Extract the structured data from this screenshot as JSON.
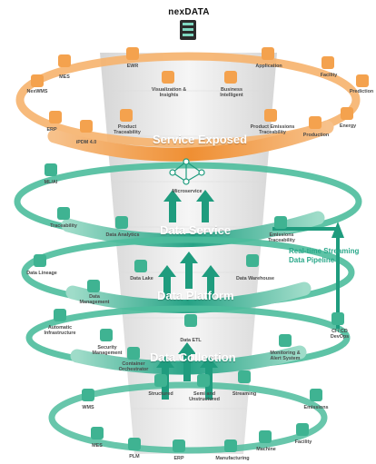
{
  "brand": {
    "logo_text": "nexDATA"
  },
  "colors": {
    "orange": "#f29a3c",
    "teal": "#2ea98c",
    "dark_teal": "#147a66",
    "tower": "#e8e8e8"
  },
  "layers": {
    "service_exposed": {
      "title": "Service Exposed",
      "items": [
        "MES",
        "EWR",
        "Application",
        "Facility",
        "NexWMS",
        "Visualization & Insights",
        "Business Intelligent",
        "Prediction",
        "ERP",
        "iPDM 4.0",
        "Product Traceability",
        "Product Emissions Traceability",
        "Production",
        "Energy"
      ]
    },
    "data_service": {
      "title": "Data Service",
      "items": [
        "ML/AI",
        "Microservice",
        "Traceability",
        "Data Analytics",
        "Emissions Traceability"
      ]
    },
    "data_platform": {
      "title": "Data Platform",
      "items": [
        "Data Lake",
        "Data Warehouse",
        "Data Lineage",
        "Data Management"
      ]
    },
    "data_collection": {
      "title": "Data Collection",
      "items": [
        "Automatic Infrastructure",
        "Data ETL",
        "CI / CD DevOps",
        "Security Management",
        "Container Orchestrator",
        "Monitoring & Alert System"
      ]
    },
    "sources": {
      "items": [
        "WMS",
        "Structured",
        "Semi and Unstructured",
        "Streaming",
        "Emissions",
        "MES",
        "Facility",
        "PLM",
        "ERP",
        "Manufacturing",
        "Machine"
      ]
    }
  },
  "realtime": {
    "label": "Real-time Streaming Data Pipeline"
  }
}
